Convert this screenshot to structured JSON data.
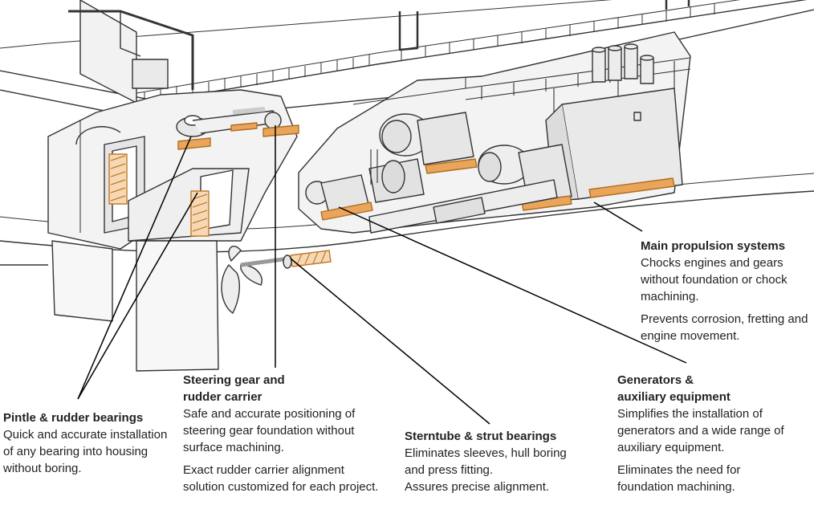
{
  "colors": {
    "line": "#333333",
    "hull_fill": "#f3f3f3",
    "hull_fill_dark": "#e2e2e2",
    "chock": "#e9a55a",
    "chock_light": "#f6d9b4",
    "text": "#222222"
  },
  "callouts": {
    "main_propulsion": {
      "title": "Main propulsion systems",
      "body": "Chocks engines and gears without foundation or chock machining.",
      "body2": "Prevents corrosion, fretting and engine movement."
    },
    "generators": {
      "title_line1": "Generators &",
      "title_line2": "auxiliary equipment",
      "body": "Simplifies the installation of generators and a wide range of auxiliary equipment.",
      "body2": "Eliminates the need for foundation machining."
    },
    "steering_gear": {
      "title_line1": "Steering gear and",
      "title_line2": "rudder carrier",
      "body": "Safe and accurate positioning of steering gear foundation without surface machining.",
      "body2": "Exact rudder carrier alignment solution customized for each project."
    },
    "sterntube": {
      "title": "Sterntube & strut bearings",
      "body": "Eliminates sleeves, hull boring and press fitting.",
      "body2": "Assures precise alignment."
    },
    "pintle": {
      "title": "Pintle & rudder bearings",
      "body": "Quick and accurate installation of any bearing into housing without boring."
    }
  }
}
